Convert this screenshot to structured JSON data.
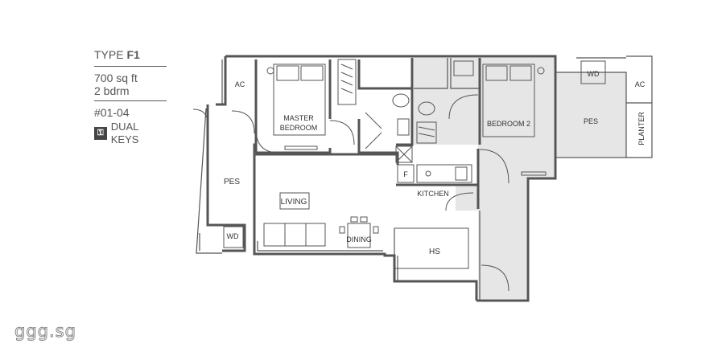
{
  "info": {
    "type_prefix": "TYPE",
    "type_code": "F1",
    "area": "700 sq ft",
    "bedrooms": "2 bdrm",
    "units": "#01-04",
    "keys_icon": "key-icon",
    "keys_label": "DUAL KEYS"
  },
  "rooms": {
    "ac_left": "AC",
    "master_line1": "MASTER",
    "master_line2": "BEDROOM",
    "pes_left": "PES",
    "wd_left": "WD",
    "living": "LIVING",
    "dining": "DINING",
    "fridge": "F",
    "kitchen": "KITCHEN",
    "hs": "HS",
    "bedroom2": "BEDROOM 2",
    "wd_right": "WD",
    "ac_right": "AC",
    "pes_right": "PES",
    "planter": "PLANTER"
  },
  "watermark": "ggg.sg",
  "colors": {
    "shade": "#e6e6e6",
    "wall": "#555555"
  }
}
